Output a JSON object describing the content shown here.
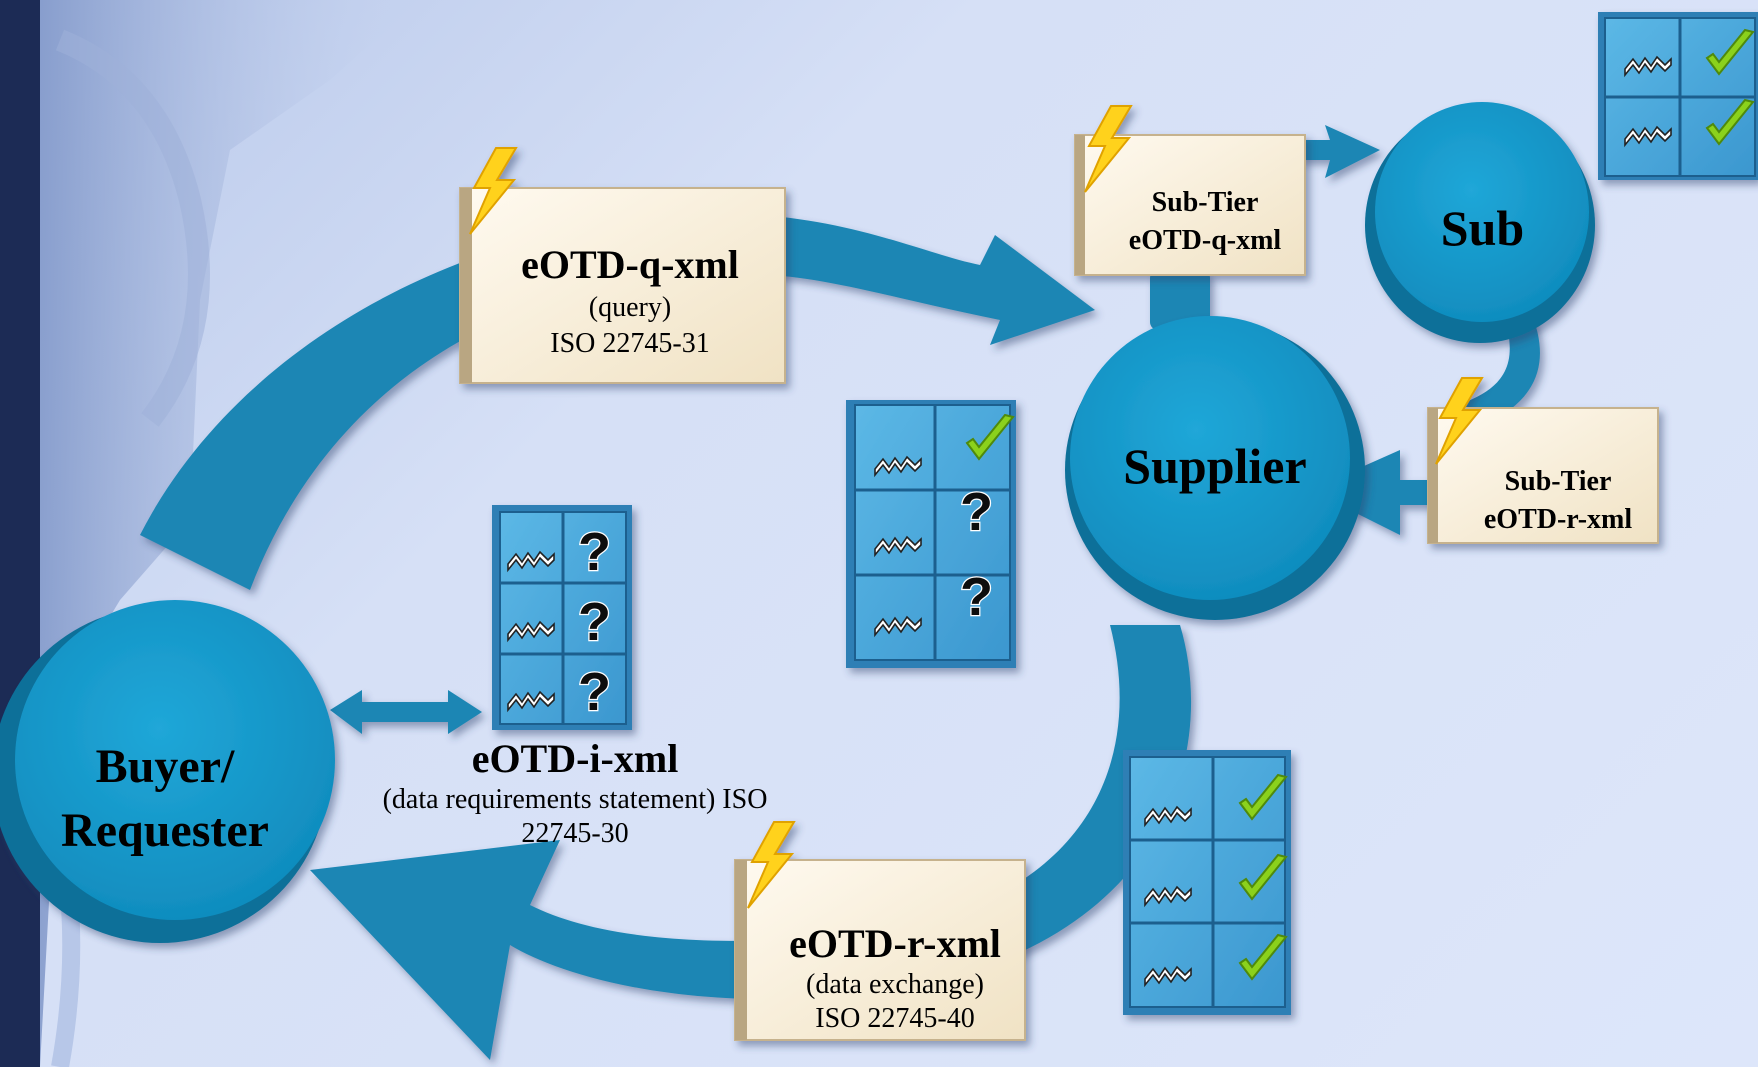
{
  "nodes": {
    "buyer": [
      "Buyer/",
      "Requester"
    ],
    "supplier": "Supplier",
    "sub": "Sub"
  },
  "cards": {
    "query": {
      "title": "eOTD-q-xml",
      "line1": "(query)",
      "line2": "ISO 22745-31"
    },
    "response": {
      "title": "eOTD-r-xml",
      "line1": "(data exchange)",
      "line2": "ISO 22745-40"
    },
    "sub_query": {
      "line1": "Sub-Tier",
      "line2": "eOTD-q-xml"
    },
    "sub_response": {
      "line1": "Sub-Tier",
      "line2": "eOTD-r-xml"
    }
  },
  "identification": {
    "title": "eOTD-i-xml",
    "line1": "(data requirements statement) ISO",
    "line2": "22745-30"
  },
  "grid_status": {
    "requirements": [
      "question",
      "question",
      "question"
    ],
    "in_progress": [
      "check",
      "question",
      "question"
    ],
    "complete": [
      "check",
      "check",
      "check"
    ],
    "sub_complete": [
      "check",
      "check"
    ]
  },
  "colors": {
    "flow_blue": "#1a86b4",
    "node_blue": "#1597c9",
    "node_edge": "#0b6f99",
    "card_fill": "#f6ecd8",
    "grid_blue": "#4aa8dc",
    "check_green": "#8bd11a",
    "bolt_yellow": "#ffd21f",
    "sidebar_dark": "#1c2b55"
  }
}
